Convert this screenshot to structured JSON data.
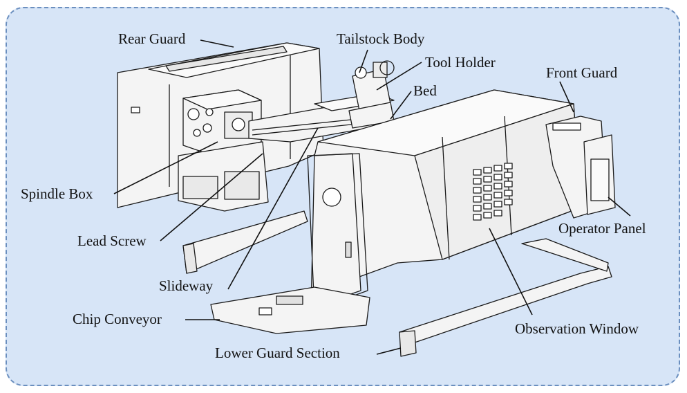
{
  "labels": {
    "rear_guard": "Rear Guard",
    "tailstock_body": "Tailstock Body",
    "tool_holder": "Tool Holder",
    "bed": "Bed",
    "front_guard": "Front Guard",
    "spindle_box": "Spindle Box",
    "lead_screw": "Lead Screw",
    "slideway": "Slideway",
    "chip_conveyor": "Chip Conveyor",
    "lower_guard_section": "Lower Guard Section",
    "operator_panel": "Operator Panel",
    "observation_window": "Observation Window"
  },
  "colors": {
    "panel": "#d7e5f7",
    "border": "#6b8fbf",
    "metal": "#f4f4f4",
    "line": "#1a1a1a"
  }
}
